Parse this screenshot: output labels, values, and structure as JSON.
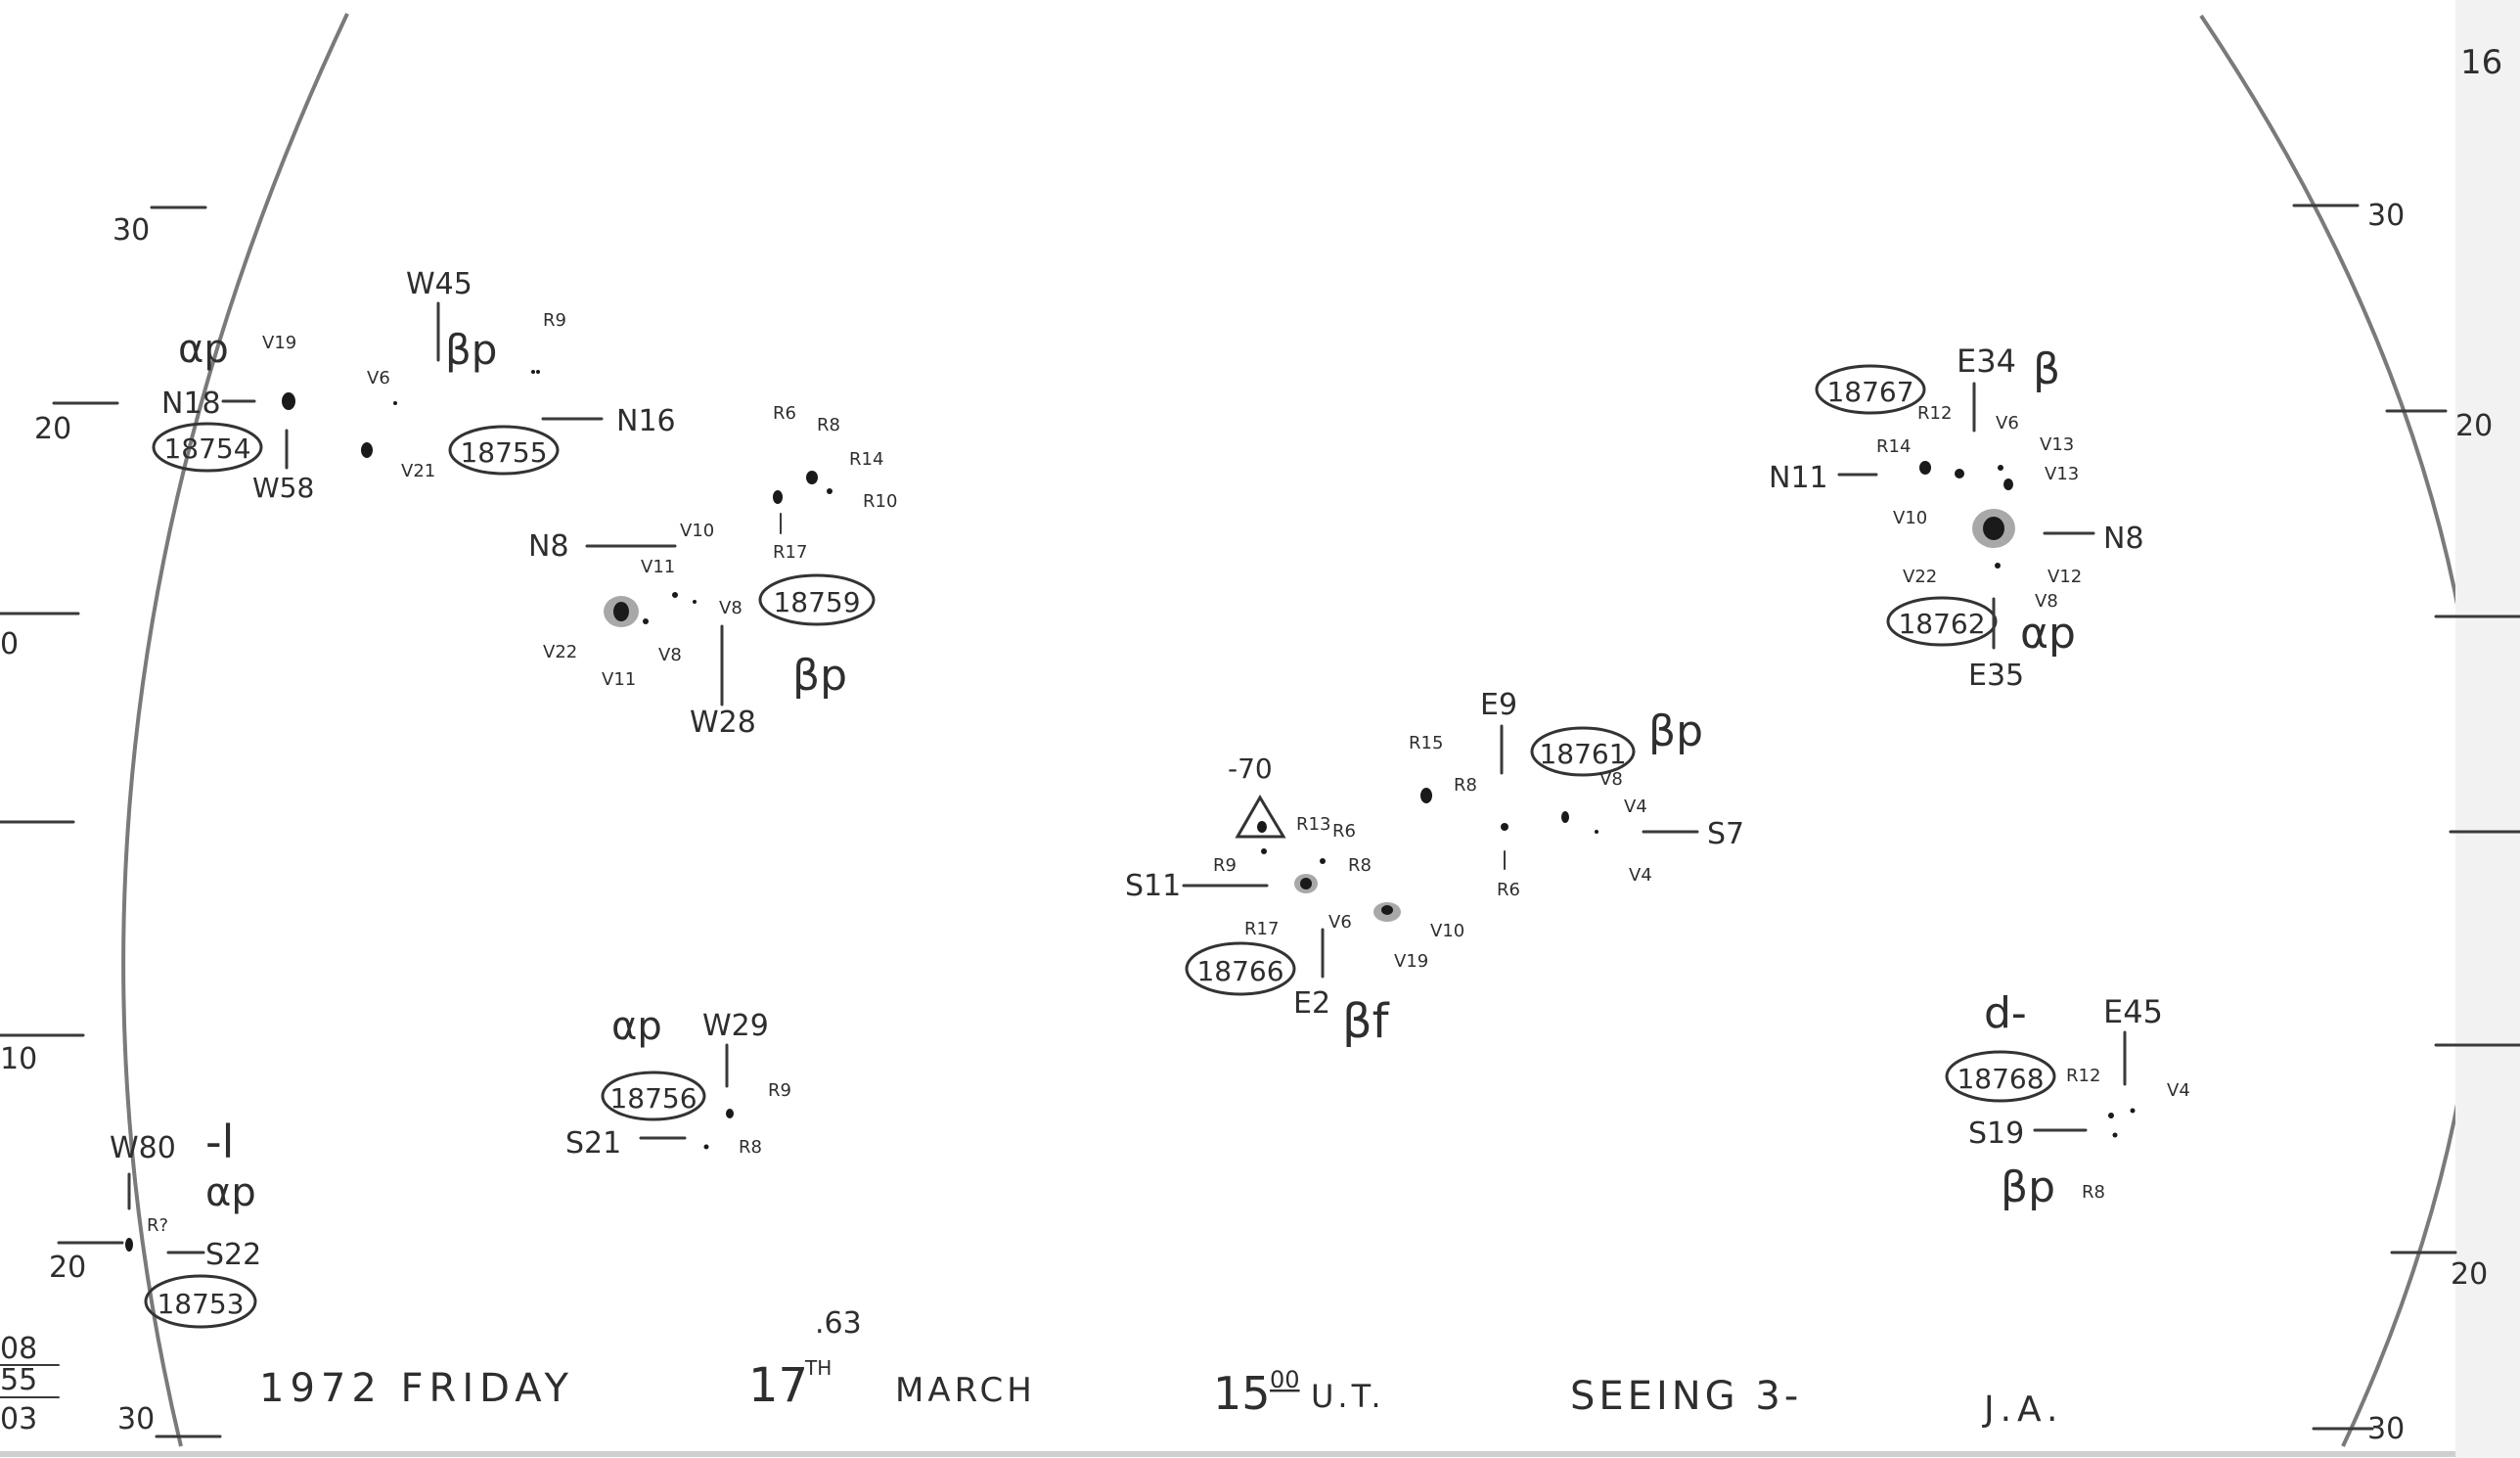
{
  "limb_scale": {
    "left_ticks": [
      "30",
      "20",
      "0",
      "10",
      "20",
      "30"
    ],
    "right_ticks": [
      "16",
      "30",
      "20",
      "20",
      "30"
    ]
  },
  "groups": [
    {
      "id": "18754",
      "klass": "αp",
      "lat": "N18",
      "long": "W58",
      "spots": [
        "V19"
      ]
    },
    {
      "id": "18755",
      "klass": "βp",
      "lat": "N16",
      "long": "W45",
      "spots": [
        "V6",
        "V21",
        "R9"
      ]
    },
    {
      "id": "18759",
      "klass": "βp",
      "lat": "N8",
      "long": "W28",
      "spots": [
        "R6",
        "R8",
        "R14",
        "R10",
        "R17",
        "V10",
        "V11",
        "V8",
        "V22",
        "V11",
        "V8"
      ]
    },
    {
      "id": "18767",
      "klass": "β",
      "lat": "N11",
      "long": "E34",
      "spots": [
        "R14",
        "R12",
        "V6",
        "V13",
        "V13",
        "V10"
      ]
    },
    {
      "id": "18762",
      "klass": "αp",
      "lat": "N8",
      "long": "E35",
      "spots": [
        "V22",
        "V12",
        "V8"
      ]
    },
    {
      "id": "18761",
      "klass": "βp",
      "lat": "S7",
      "long": "E9",
      "spots": [
        "R15",
        "R8",
        "V8",
        "V4",
        "V4",
        "R6"
      ]
    },
    {
      "id": "18766",
      "klass": "βf",
      "lat": "S11",
      "long": "E2",
      "spots": [
        "R13",
        "R6",
        "R9",
        "R8",
        "R17",
        "V6",
        "V10",
        "V19"
      ],
      "marker": "-70"
    },
    {
      "id": "18756",
      "klass": "αp",
      "lat": "S21",
      "long": "W29",
      "spots": [
        "R9",
        "R8"
      ]
    },
    {
      "id": "18753",
      "klass": "αp",
      "lat": "S22",
      "long": "W80",
      "extra": "-l",
      "spots": [
        "R?"
      ]
    },
    {
      "id": "18768",
      "klass": "βp",
      "lat": "S19",
      "long": "E45",
      "extra": "d-",
      "spots": [
        "R12",
        "V4",
        "R8"
      ]
    }
  ],
  "corner_note": [
    "08",
    "55",
    "03"
  ],
  "footer": {
    "year_day": "1972 FRIDAY",
    "date": "17",
    "date_suffix": "TH",
    "date_frac": ".63",
    "month": "MARCH",
    "time": "15",
    "time_min": "00",
    "time_unit": "U.T.",
    "seeing": "SEEING 3-",
    "observer": "J.A."
  }
}
